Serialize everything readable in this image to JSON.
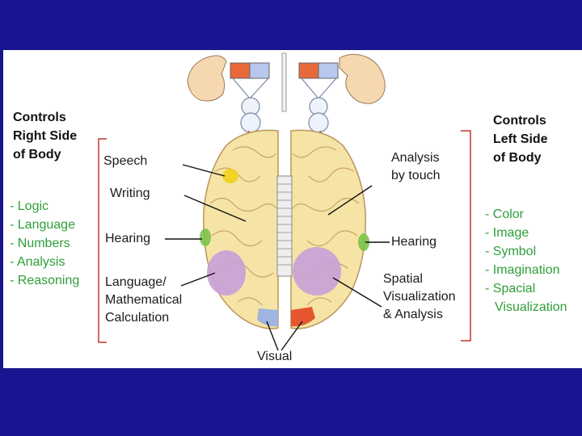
{
  "left_heading": [
    "Controls",
    "Right Side",
    "of Body"
  ],
  "right_heading": [
    "Controls",
    "Left Side",
    "of Body"
  ],
  "left_functions": [
    "- Logic",
    "- Language",
    "- Numbers",
    "- Analysis",
    "- Reasoning"
  ],
  "right_functions": [
    "- Color",
    "- Image",
    "- Symbol",
    "- Imagination",
    "- Spacial",
    "Visualization"
  ],
  "left_labels": {
    "speech": "Speech",
    "writing": "Writing",
    "hearing": "Hearing",
    "language": [
      "Language/",
      "Mathematical",
      "Calculation"
    ]
  },
  "right_labels": {
    "analysis": [
      "Analysis",
      "by touch"
    ],
    "hearing": "Hearing",
    "spatial": [
      "Spatial",
      "Visualization",
      "& Analysis"
    ]
  },
  "visual": "Visual",
  "colors": {
    "background": "#19148f",
    "panel": "#ffffff",
    "functions_text": "#2e9e38",
    "bracket": "#c0392b",
    "brain": "#f6e4a6",
    "speech_region": "#f2d11c",
    "hearing_region": "#7cc24a",
    "language_region": "#c9a0d8",
    "visual_region_left": "#9fb4e0",
    "visual_region_right": "#e4572e"
  }
}
